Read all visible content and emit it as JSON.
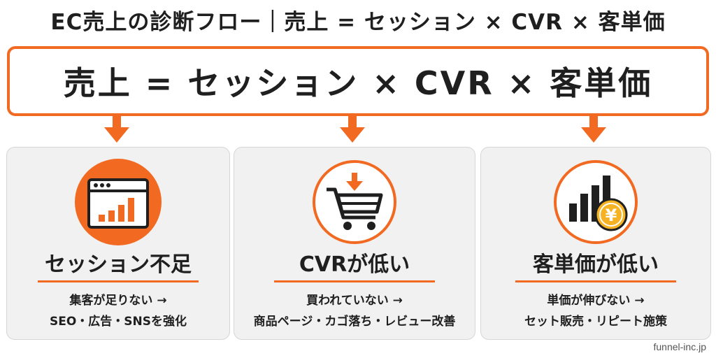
{
  "title": "EC売上の診断フロー｜売上 = セッション × CVR × 客単価",
  "formula": "売上 = セッション × CVR × 客単価",
  "colors": {
    "accent": "#f26a21",
    "text": "#1f1f1f",
    "card_bg": "#f1f1f1",
    "coin": "#f5b324"
  },
  "cards": [
    {
      "icon": "analytics-window-icon",
      "title": "セッション不足",
      "line1": "集客が足りない →",
      "line2": "SEO・広告・SNSを強化"
    },
    {
      "icon": "shopping-cart-icon",
      "title": "CVRが低い",
      "line1": "買われていない →",
      "line2": "商品ページ・カゴ落ち・レビュー改善"
    },
    {
      "icon": "bar-chart-yen-icon",
      "title": "客単価が低い",
      "line1": "単価が伸びない →",
      "line2": "セット販売・リピート施策"
    }
  ],
  "yen_symbol": "¥",
  "site": "funnel-inc.jp"
}
